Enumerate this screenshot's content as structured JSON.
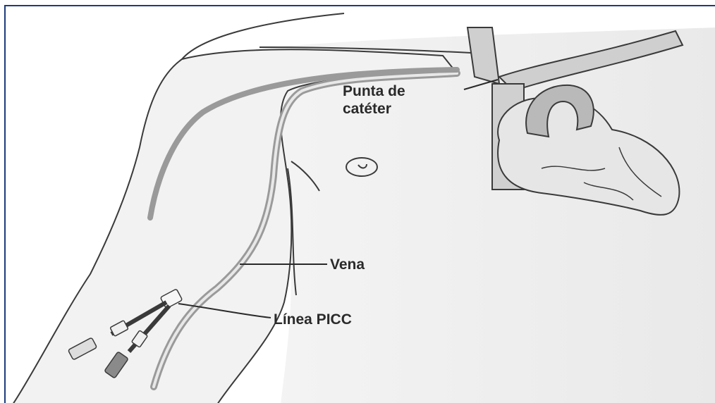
{
  "labels": {
    "catheter_tip_line1": "Punta de",
    "catheter_tip_line2": "catéter",
    "vein": "Vena",
    "picc_line": "Línea PICC"
  },
  "colors": {
    "frame_border": "#1f3a7a",
    "skin_shading": "#ececec",
    "heart_fill": "#b9b9b9",
    "outline": "#3a3a3a",
    "vein_fill": "#9a9a9a"
  }
}
